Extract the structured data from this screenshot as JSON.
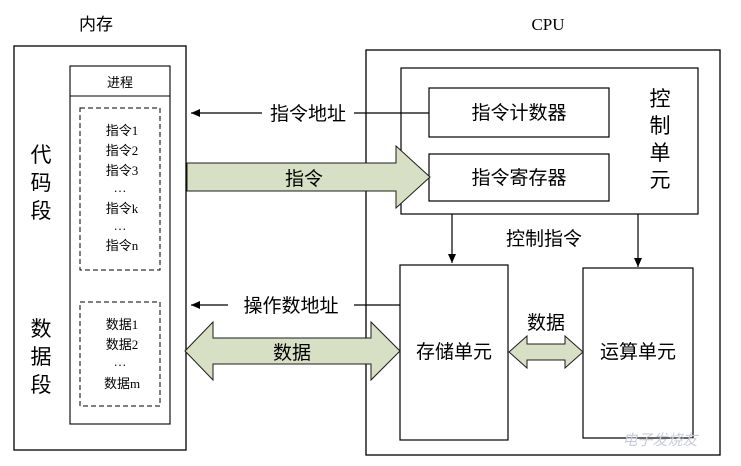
{
  "memory": {
    "title": "内存",
    "process_label": "进程",
    "code_segment": {
      "label_chars": [
        "代",
        "码",
        "段"
      ],
      "items": [
        "指令1",
        "指令2",
        "指令3",
        "…",
        "指令k",
        "…",
        "指令n"
      ]
    },
    "data_segment": {
      "label_chars": [
        "数",
        "据",
        "段"
      ],
      "items": [
        "数据1",
        "数据2",
        "…",
        "数据m"
      ]
    }
  },
  "cpu": {
    "title": "CPU",
    "control_unit": {
      "label_chars": [
        "控",
        "制",
        "单",
        "元"
      ],
      "pc_label": "指令计数器",
      "ir_label": "指令寄存器"
    },
    "control_signal_label": "控制指令",
    "storage_unit_label": "存储单元",
    "alu_label": "运算单元",
    "internal_data_label": "数据"
  },
  "arrows": {
    "instruction_address": "指令地址",
    "instruction": "指令",
    "operand_address": "操作数地址",
    "data": "数据"
  },
  "watermark": "电子发烧友",
  "colors": {
    "stroke": "#000000",
    "arrow_fill": "#d7e0c4",
    "arrow_stroke": "#1c1c1c",
    "watermark": "#c9ccd6"
  }
}
